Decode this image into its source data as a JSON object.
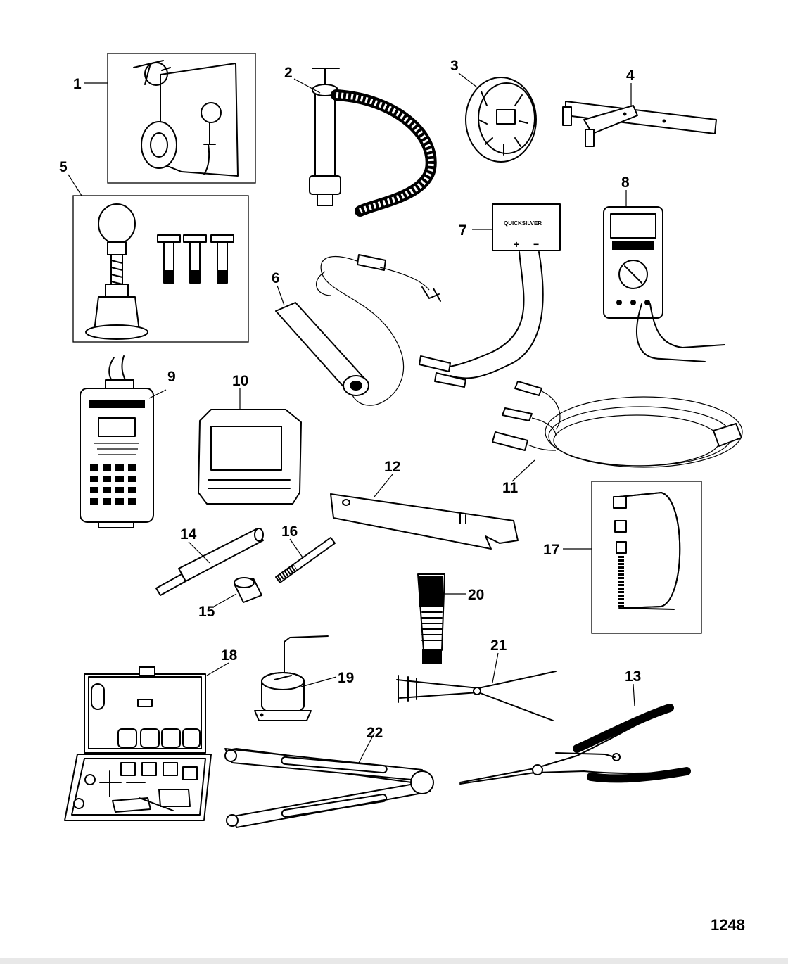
{
  "callouts": [
    "1",
    "2",
    "3",
    "4",
    "5",
    "6",
    "7",
    "8",
    "9",
    "10",
    "11",
    "12",
    "13",
    "14",
    "15",
    "16",
    "17",
    "18",
    "19",
    "20",
    "21",
    "22"
  ],
  "figure_number": "1248",
  "product_labels": {
    "quicksilver_box": "QUICKSILVER",
    "box_plus": "+",
    "box_minus": "−"
  }
}
